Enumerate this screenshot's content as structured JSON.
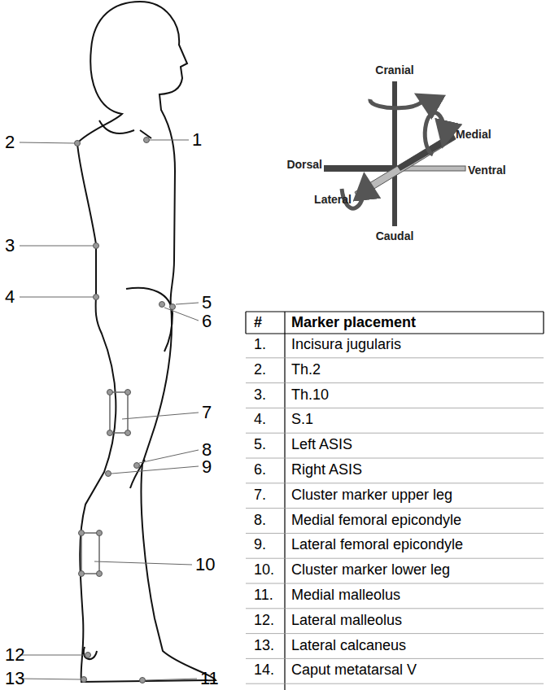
{
  "diagram": {
    "labels": [
      "1",
      "2",
      "3",
      "4",
      "5",
      "6",
      "7",
      "8",
      "9",
      "10",
      "11",
      "12",
      "13",
      "Cranial",
      "Medial",
      "Dorsal",
      "Ventral",
      "Lateral",
      "Caudal",
      "#",
      "Marker placement",
      "1.",
      "Incisura jugularis",
      "2.",
      "Th.2",
      "3.",
      "Th.10",
      "4.",
      "S.1",
      "5.",
      "Left ASIS",
      "6.",
      "Right ASIS",
      "7.",
      "Cluster marker upper leg",
      "8.",
      "Medial femoral epicondyle",
      "9.",
      "Lateral femoral epicondyle",
      "10.",
      "Cluster marker lower leg",
      "11.",
      "Medial malleolus",
      "12.",
      "Lateral malleolus",
      "13.",
      "Lateral calcaneus",
      "14.",
      "Caput metatarsal V"
    ]
  }
}
